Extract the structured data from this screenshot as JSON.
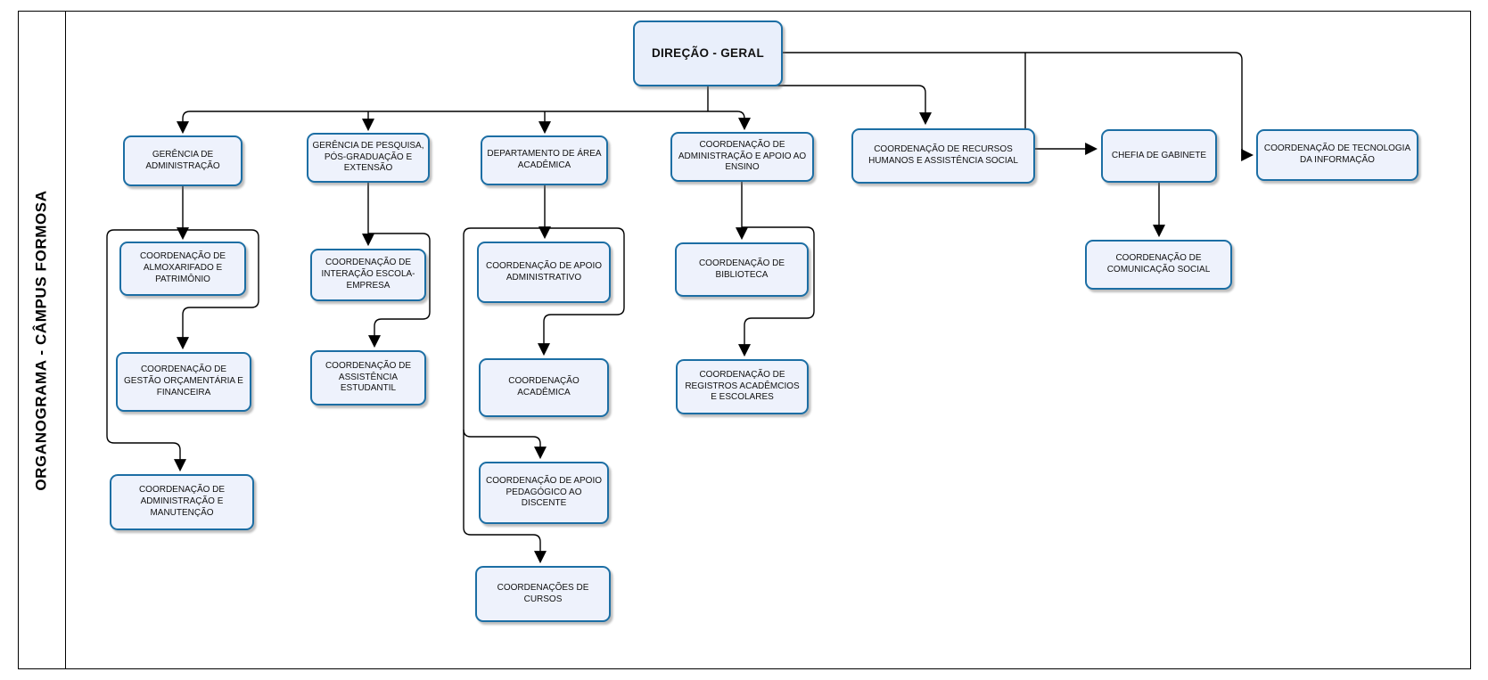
{
  "title": "ORGANOGRAMA  -  CÂMPUS FORMOSA",
  "colors": {
    "box_border": "#1C6EA4",
    "box_fill": "#EEF2FC",
    "connector": "#000000",
    "frame": "#000000"
  },
  "nodes": {
    "direcao": {
      "label": "DIREÇÃO - GERAL"
    },
    "g_admin": {
      "label": "GERÊNCIA DE ADMINISTRAÇÃO"
    },
    "g_pesq": {
      "label": "GERÊNCIA DE PESQUISA, PÓS-GRADUAÇÃO E EXTENSÃO"
    },
    "d_area": {
      "label": "DEPARTAMENTO DE ÁREA ACADÊMICA"
    },
    "c_adm_ens": {
      "label": "COORDENAÇÃO DE ADMINISTRAÇÃO E APOIO AO ENSINO"
    },
    "c_rh": {
      "label": "COORDENAÇÃO DE RECURSOS HUMANOS E ASSISTÊNCIA SOCIAL"
    },
    "chefia": {
      "label": "CHEFIA DE GABINETE"
    },
    "c_ti": {
      "label": "COORDENAÇÃO DE TECNOLOGIA DA INFORMAÇÃO"
    },
    "c_almox": {
      "label": "COORDENAÇÃO DE ALMOXARIFADO E PATRIMÔNIO"
    },
    "c_gestao": {
      "label": "COORDENAÇÃO DE GESTÃO ORÇAMENTÁRIA E FINANCEIRA"
    },
    "c_manut": {
      "label": "COORDENAÇÃO DE ADMINISTRAÇÃO E MANUTENÇÃO"
    },
    "c_inter": {
      "label": "COORDENAÇÃO DE INTERAÇÃO ESCOLA- EMPRESA"
    },
    "c_assist": {
      "label": "COORDENAÇÃO DE ASSISTÊNCIA ESTUDANTIL"
    },
    "c_apoio_adm": {
      "label": "COORDENAÇÃO DE APOIO ADMINISTRATIVO"
    },
    "c_acad": {
      "label": "COORDENAÇÃO ACADÊMICA"
    },
    "c_apoio_ped": {
      "label": "COORDENAÇÃO DE APOIO PEDAGÓGICO AO DISCENTE"
    },
    "c_cursos": {
      "label": "COORDENAÇÕES DE CURSOS"
    },
    "c_biblio": {
      "label": "COORDENAÇÃO DE BIBLIOTECA"
    },
    "c_reg": {
      "label": "COORDENAÇÃO DE REGISTROS ACADÊMCIOS E ESCOLARES"
    },
    "c_comun": {
      "label": "COORDENAÇÃO DE COMUNICAÇÃO SOCIAL"
    }
  },
  "edges": [
    {
      "from": "direcao",
      "to": "g_admin"
    },
    {
      "from": "direcao",
      "to": "g_pesq"
    },
    {
      "from": "direcao",
      "to": "d_area"
    },
    {
      "from": "direcao",
      "to": "c_adm_ens"
    },
    {
      "from": "direcao",
      "to": "c_rh"
    },
    {
      "from": "direcao",
      "to": "chefia"
    },
    {
      "from": "direcao",
      "to": "c_ti"
    },
    {
      "from": "g_admin",
      "to": "c_almox"
    },
    {
      "from": "g_admin",
      "to": "c_gestao"
    },
    {
      "from": "g_admin",
      "to": "c_manut"
    },
    {
      "from": "g_pesq",
      "to": "c_inter"
    },
    {
      "from": "g_pesq",
      "to": "c_assist"
    },
    {
      "from": "d_area",
      "to": "c_apoio_adm"
    },
    {
      "from": "d_area",
      "to": "c_acad"
    },
    {
      "from": "d_area",
      "to": "c_apoio_ped"
    },
    {
      "from": "d_area",
      "to": "c_cursos"
    },
    {
      "from": "c_adm_ens",
      "to": "c_biblio"
    },
    {
      "from": "c_adm_ens",
      "to": "c_reg"
    },
    {
      "from": "chefia",
      "to": "c_comun"
    }
  ]
}
